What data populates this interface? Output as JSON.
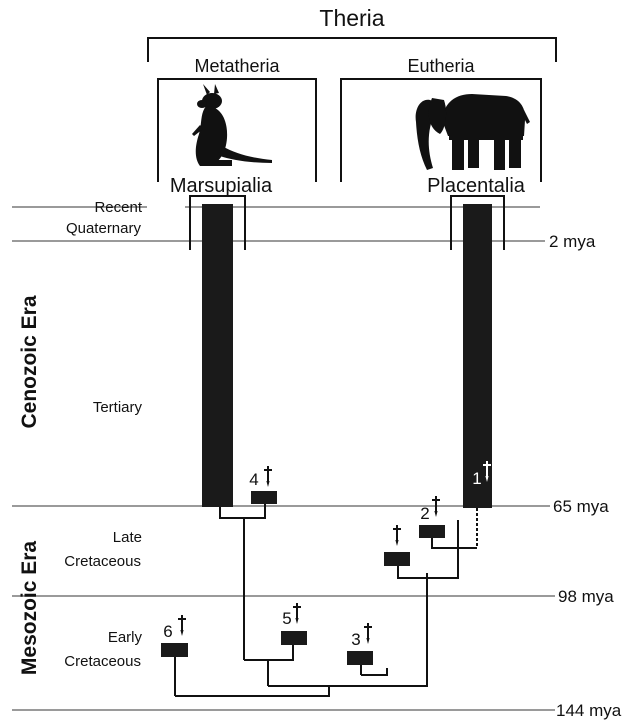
{
  "clade_labels": {
    "theria": "Theria",
    "metatheria": "Metatheria",
    "eutheria": "Eutheria",
    "marsupialia": "Marsupialia",
    "placentalia": "Placentalia"
  },
  "eras": {
    "cenozoic": "Cenozoic Era",
    "mesozoic": "Mesozoic Era"
  },
  "periods": {
    "recent": "Recent",
    "quaternary": "Quaternary",
    "tertiary": "Tertiary",
    "late_cretaceous_1": "Late",
    "late_cretaceous_2": "Cretaceous",
    "early_cretaceous_1": "Early",
    "early_cretaceous_2": "Cretaceous"
  },
  "time_marks": {
    "m2": "2 mya",
    "m65": "65 mya",
    "m98": "98 mya",
    "m144": "144 mya"
  },
  "extinct_lineages": {
    "n1": "1",
    "n2": "2",
    "n3": "3",
    "n4": "4",
    "n5": "5",
    "n6": "6"
  },
  "icons": {
    "kangaroo": "kangaroo-silhouette-icon",
    "elephant": "elephant-silhouette-icon",
    "extinct": "dagger-icon"
  },
  "colors": {
    "lineage": "#1a1a1a",
    "time_line": "#9a9a9a",
    "background": "#ffffff"
  }
}
